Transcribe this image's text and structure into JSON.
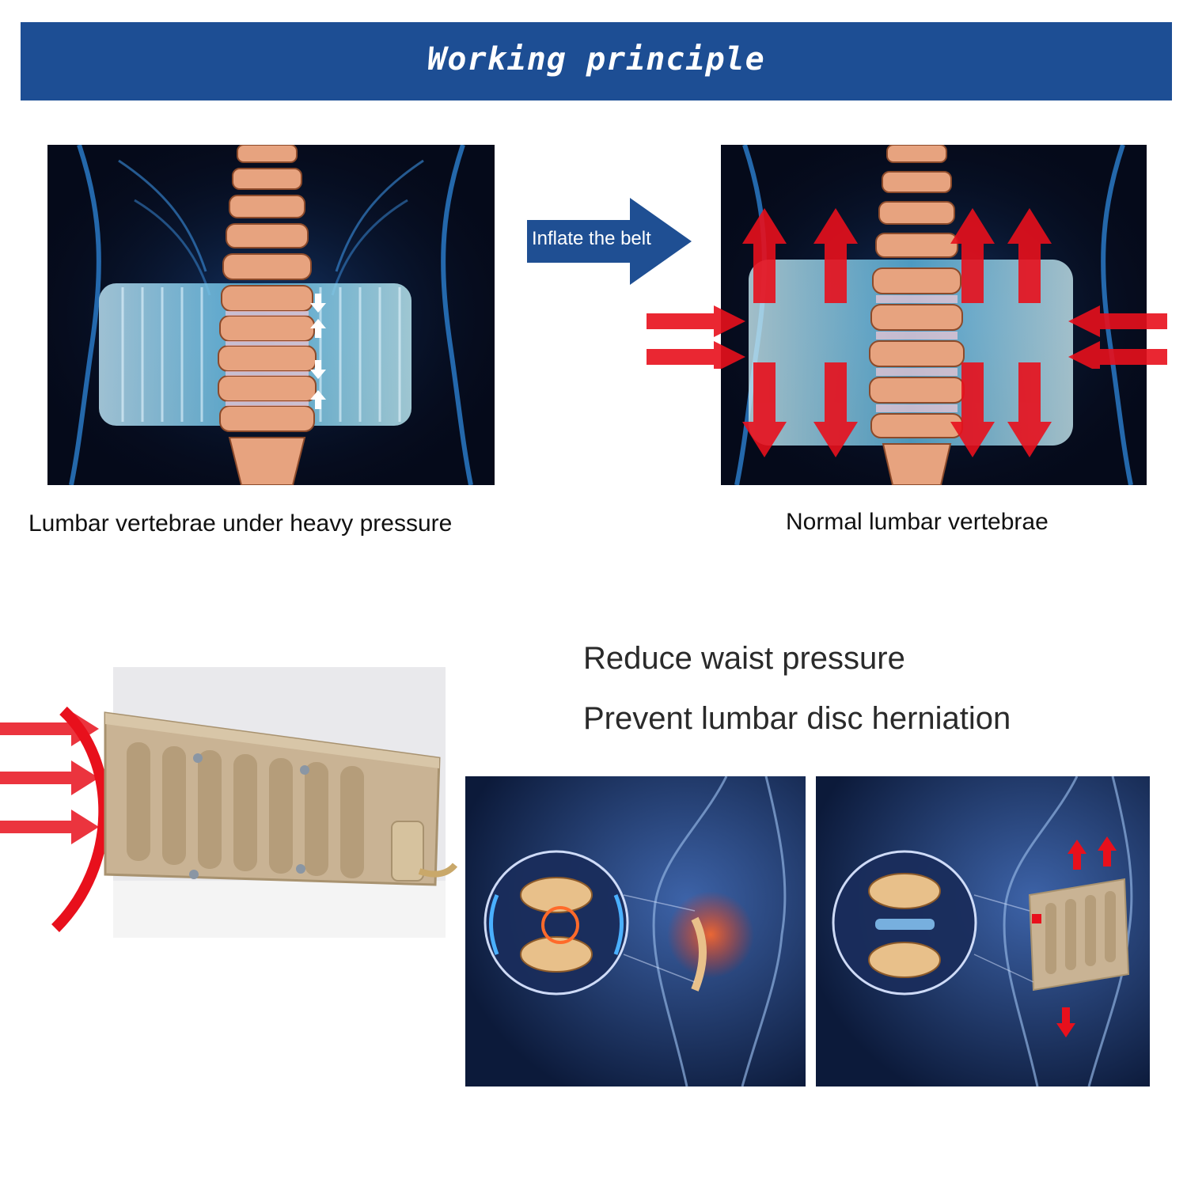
{
  "header": {
    "title": "Working principle"
  },
  "diagram": {
    "before_caption": "Lumbar vertebrae under heavy pressure",
    "arrow_label": "Inflate the belt",
    "after_caption": "Normal lumbar vertebrae"
  },
  "benefits": {
    "items": [
      "Reduce waist pressure",
      "Prevent lumbar disc herniation"
    ]
  },
  "icons": {
    "arrow": "right-arrow-icon",
    "pressure": "red-arrow-icon",
    "compression": "white-arrow-icon"
  },
  "colors": {
    "banner": "#1d4e94",
    "arrow": "#1f4f93",
    "pressure_red": "#e8101c",
    "belt": "#c9b394",
    "xray": "#3aa0e0"
  }
}
